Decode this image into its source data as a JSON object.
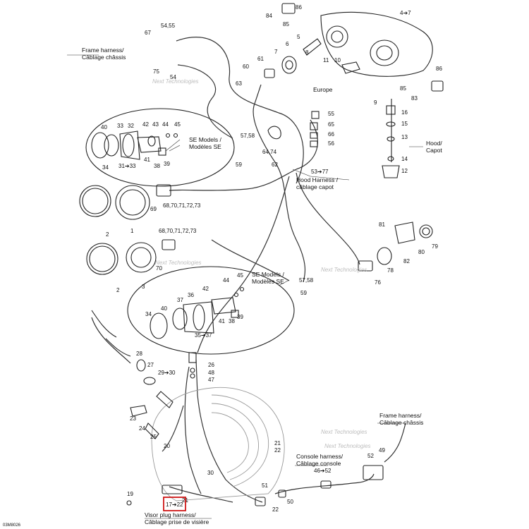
{
  "diagram": {
    "captions": {
      "frame_harness_top_1": "Frame harness/",
      "frame_harness_top_2": "Câblage châssis",
      "se_models_top_1": "SE Models /",
      "se_models_top_2": "Modèles SE",
      "hood_harness_1": "Hood Harness /",
      "hood_harness_2": "câblage capot",
      "se_models_mid_1": "SE Models /",
      "se_models_mid_2": "Modèles SE",
      "europe": "Europe",
      "hood_1": "Hood/",
      "hood_2": "Capot",
      "frame_harness_bot_1": "Frame harness/",
      "frame_harness_bot_2": "Câblage châssis",
      "console_harness_1": "Console harness/",
      "console_harness_2": "Câblage console",
      "visor_harness_1": "Visor plug harness/",
      "visor_harness_2": "Câblage prise de visière",
      "figure_code": "03M8026"
    },
    "watermark": "Next Technologies",
    "labels": {
      "l84": "84",
      "l86a": "86",
      "l85a": "85",
      "l4_7": "4➔7",
      "l67": "67",
      "l54_55": "54,55",
      "l75": "75",
      "l54": "54",
      "l61": "61",
      "l60": "60",
      "l6": "6",
      "l7": "7",
      "l5": "5",
      "l8": "8",
      "l11": "11",
      "l10": "10",
      "l63": "63",
      "l86b": "86",
      "l85b": "85",
      "l83": "83",
      "l9": "9",
      "l16": "16",
      "l15": "15",
      "l13": "13",
      "l14": "14",
      "l12": "12",
      "l55": "55",
      "l65": "65",
      "l66": "66",
      "l56": "56",
      "l40a": "40",
      "l33a": "33",
      "l32": "32",
      "l42a": "42",
      "l43": "43",
      "l44a": "44",
      "l45a": "45",
      "l34a": "34",
      "l31_33": "31➔33",
      "l41a": "41",
      "l38a": "38",
      "l39a": "39",
      "l57_58a": "57,58",
      "l59a": "59",
      "l64_74": "64,74",
      "l62": "62",
      "l53_77": "53➔77",
      "l69": "69",
      "l68a": "68,70,71,72,73",
      "l68b": "68,70,71,72,73",
      "l2a": "2",
      "l1": "1",
      "l70": "70",
      "l2b": "2",
      "l3": "3",
      "l81": "81",
      "l80": "80",
      "l79": "79",
      "l78": "78",
      "l82": "82",
      "l76": "76",
      "l45b": "45",
      "l44b": "44",
      "l42b": "42",
      "l36": "36",
      "l37": "37",
      "l34b": "34",
      "l40b": "40",
      "l41b": "41",
      "l38b": "38",
      "l39b": "39",
      "l35_37": "35➔37",
      "l57_58b": "57,58",
      "l59b": "59",
      "l28": "28",
      "l27": "27",
      "l29_30": "29➔30",
      "l26": "26",
      "l48": "48",
      "l47": "47",
      "l23": "23",
      "l24": "24",
      "l25": "25",
      "l20": "20",
      "l21": "21",
      "l22": "22",
      "l52": "52",
      "l49": "49",
      "l46_52": "46➔52",
      "l30": "30",
      "l19": "19",
      "l17_22": "17➔22",
      "l51": "51",
      "l50": "50"
    },
    "colors": {
      "line": "#222222",
      "highlight": "#d01616"
    }
  }
}
